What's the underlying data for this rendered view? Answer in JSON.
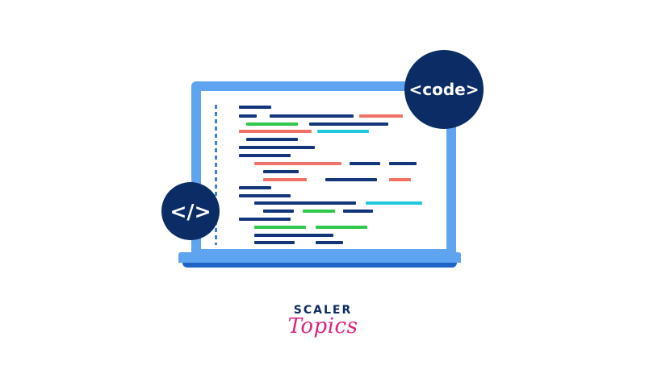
{
  "badges": {
    "code_tag": "<code>",
    "close_tag": "</>"
  },
  "brand": {
    "scaler": "SCALER",
    "topics": "Topics"
  },
  "colors": {
    "navy": "#0b2c64",
    "laptop_blue": "#5ea4f0",
    "base_blue": "#1f63c6",
    "code_navy": "#13357a",
    "code_green": "#2ec84a",
    "code_salmon": "#f07266",
    "code_cyan": "#21c7dc",
    "brand_pink": "#e0217a"
  }
}
